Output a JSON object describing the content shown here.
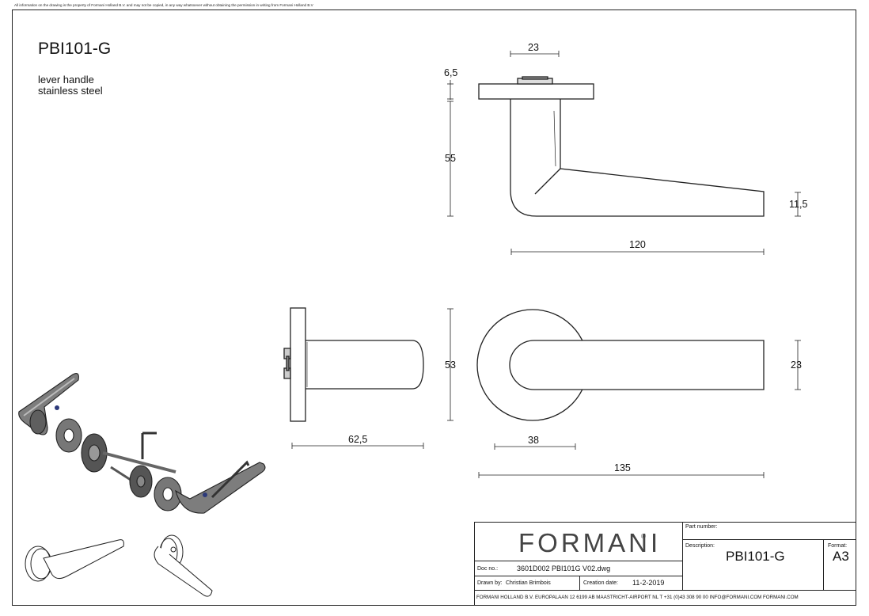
{
  "notice": "All information on the drawing is the property of Formani Holland B.V. and may not be copied, in any way whatsoever without obtaining the permission in writing from Formani Holland B.V",
  "product_code": "PBI101-G",
  "description_lines": [
    "lever handle",
    "stainless steel"
  ],
  "dimensions": {
    "rose_thickness": "6,5",
    "spindle_width": "23",
    "height": "55",
    "lever_end": "11,5",
    "length_top": "120",
    "rose_diameter": "53",
    "depth": "62,5",
    "lever_width": "23",
    "offset": "38",
    "length_front": "135"
  },
  "title_block": {
    "logo": "FORMANI",
    "logo_mark": "®",
    "part_number_label": "Part number:",
    "description_label": "Description:",
    "format_label": "Format:",
    "part_value": "PBI101-G",
    "format_value": "A3",
    "doc_no_label": "Doc no.:",
    "doc_no_value": "3601D002 PBI101G V02.dwg",
    "drawn_by_label": "Drawn by:",
    "drawn_by_value": "Christian Brimbois",
    "creation_date_label": "Creation date:",
    "creation_date_value": "11-2-2019",
    "footer": "FORMANI HOLLAND B.V.  EUROPALAAN 12  6199 AB MAASTRICHT-AIRPORT NL  T +31 (0)43 308 90 00 INFO@FORMANI.COM FORMANI.COM"
  }
}
